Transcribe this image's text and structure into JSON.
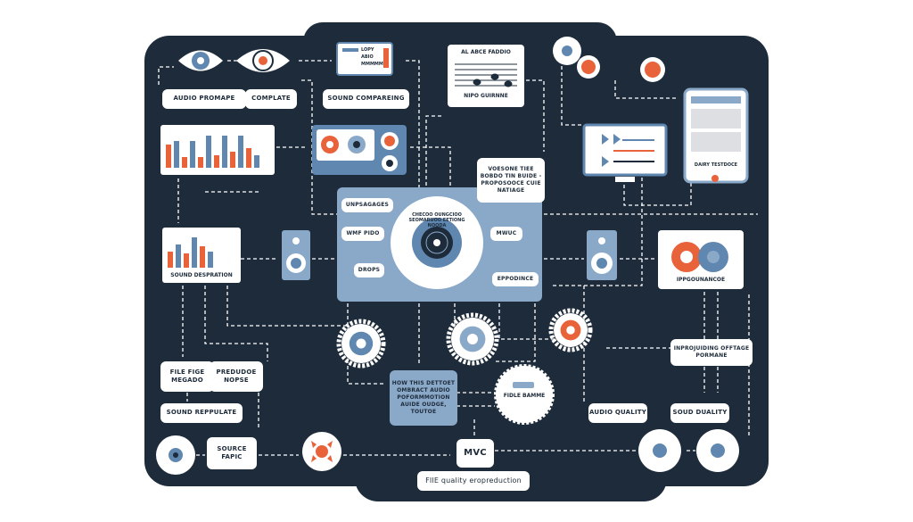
{
  "colors": {
    "background": "#1d2b3a",
    "panel": "#8aa9c9",
    "accent_orange": "#e8623a",
    "accent_blue": "#5f87b0",
    "line": "#ffffff"
  },
  "labels": {
    "audio_promape": "AUDIO PROMAPE",
    "complate": "COMPLATE",
    "sound_compareing": "SOUND COMPAREING",
    "doc_lines": [
      "LOPY",
      "ABIO",
      "MMMMM"
    ],
    "music_title": "AL ABCE FADDIO",
    "music_sub": "NIPO GUIRNNE",
    "voesone": "VOESONE TIEE BOBDO TIN BUIDE -PROPOSOOCE CUIE NATIAGE",
    "unpsagages": "UNPSAGAGES",
    "wmf_pido": "WMF PIDO",
    "drops": "DROPS",
    "mwuc": "MWUC",
    "eppodince": "EPPODINCE",
    "disc_ring": "CHECOO OUNGCIOO SEOMARUOO EETIONG NOODA",
    "sound_desperation": "SOUND DESPRATION",
    "tablet_caption": "DAIRY TESTDOCE",
    "ippgoun": "IPPGOUNANCOE",
    "inprojuiding": "INPROJUIDING OFFTAGE PORMANE",
    "file_fige": "FILE FIGE MEGADO",
    "preduoe": "PREDUDOE NOPSE",
    "sound_reppulate": "SOUND REPPULATE",
    "source_fapic": "SOURCE FAPIC",
    "how_this": "HOW THIS DETTOET OMBRACT AUDIO POFORMMOTION AUIDE OUDGE, TOUTOE",
    "fidle_bamme": "FIDLE BAMME",
    "audio_quality": "AUDIO QUALITY",
    "soud_duality": "SOUD DUALITY",
    "mvc": "MVC",
    "file_quality": "FIlE quality eropreduction"
  },
  "icons": [
    "eye-icon",
    "document-icon",
    "music-notes-icon",
    "bar-chart-icon",
    "cassette-icon",
    "speaker-icon",
    "vinyl-icon",
    "gear-icon",
    "monitor-icon",
    "tablet-icon",
    "headphones-icon"
  ]
}
